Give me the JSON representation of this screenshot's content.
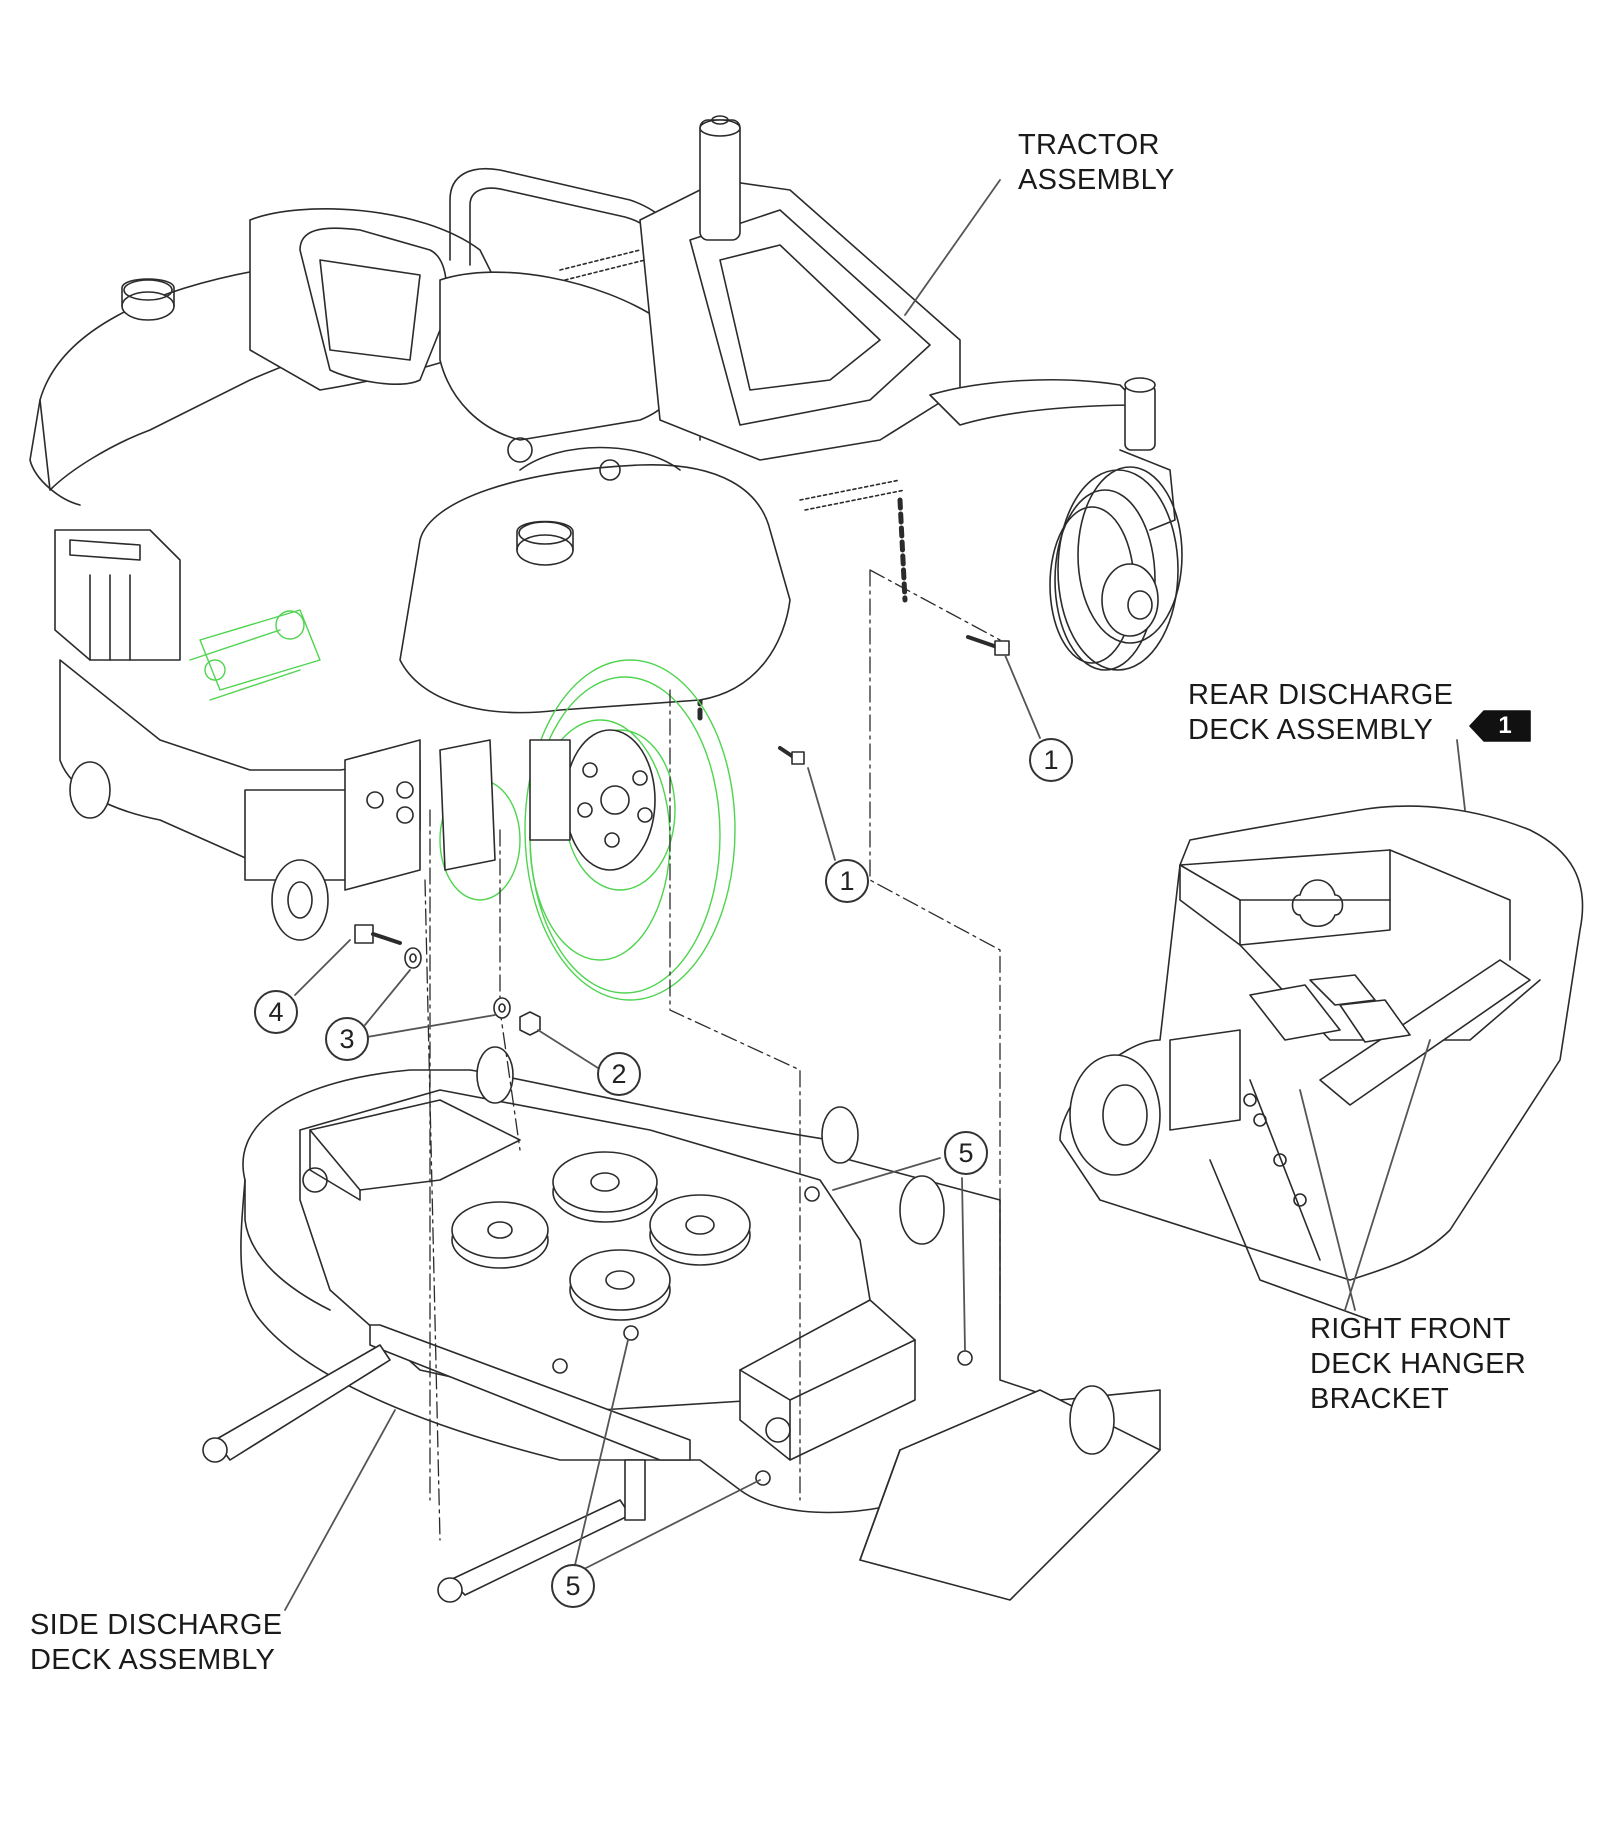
{
  "labels": {
    "tractor": [
      "TRACTOR",
      "ASSEMBLY"
    ],
    "rear_deck": [
      "REAR DISCHARGE",
      "DECK ASSEMBLY"
    ],
    "hanger": [
      "RIGHT FRONT",
      "DECK HANGER",
      "BRACKET"
    ],
    "side_deck": [
      "SIDE DISCHARGE",
      "DECK ASSEMBLY"
    ]
  },
  "badge": "1",
  "callouts": {
    "c1a": "1",
    "c1b": "1",
    "c2": "2",
    "c3": "3",
    "c4": "4",
    "c5a": "5",
    "c5b": "5"
  },
  "colors": {
    "line": "#2b2b2b",
    "highlight": "#4fd44f",
    "leader": "#555555"
  }
}
